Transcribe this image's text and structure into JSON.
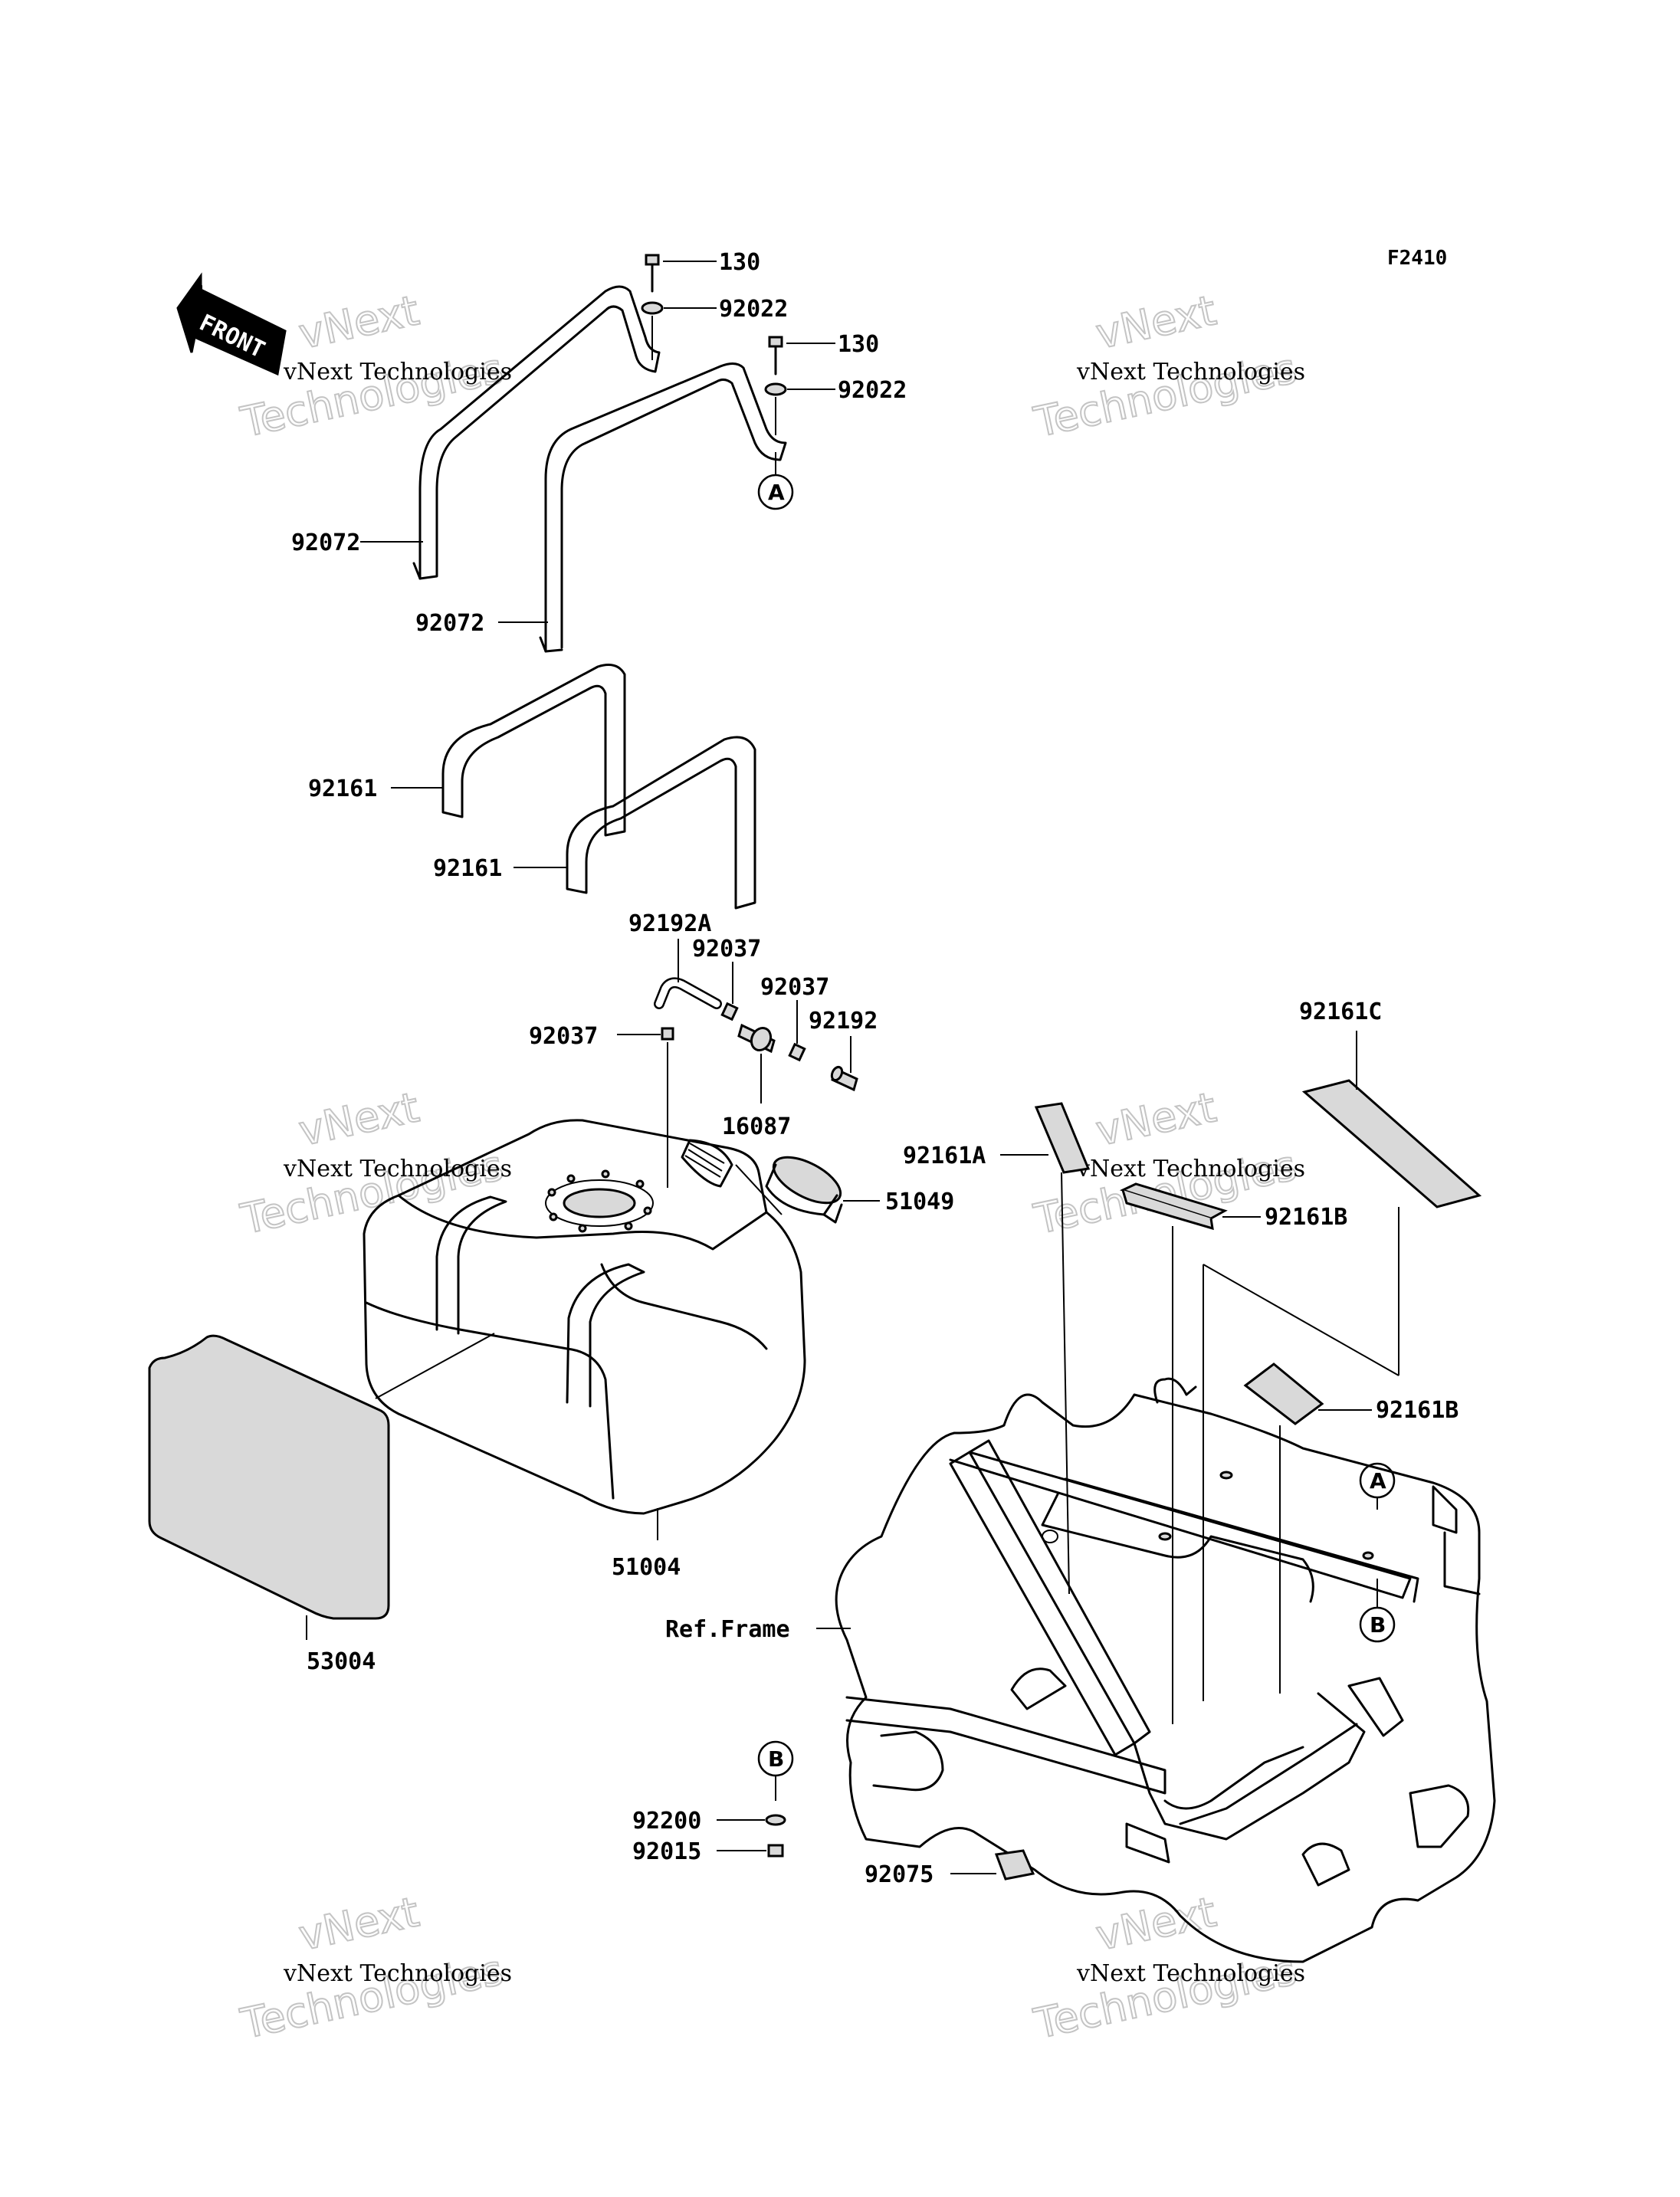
{
  "figure_code": "F2410",
  "front_label": "FRONT",
  "ref_frame_label": "Ref.Frame",
  "watermark": {
    "brand": "vNext",
    "company": "vNext Technologies",
    "word": "Technologies"
  },
  "markers": {
    "a": "A",
    "b": "B"
  },
  "parts": {
    "bolt_130_upper": "130",
    "washer_92022_upper": "92022",
    "bolt_130_lower": "130",
    "washer_92022_lower": "92022",
    "strap_92072_left": "92072",
    "strap_92072_right": "92072",
    "pad_92161_left": "92161",
    "pad_92161_right": "92161",
    "hose_92192A": "92192A",
    "clamp_92037_a": "92037",
    "clamp_92037_b": "92037",
    "clamp_92037_left": "92037",
    "hose_92192": "92192",
    "valve_16087": "16087",
    "cap_51049": "51049",
    "tank_51004": "51004",
    "shield_53004": "53004",
    "pad_92161C": "92161C",
    "pad_92161A": "92161A",
    "pad_92161B_upper": "92161B",
    "pad_92161B_lower": "92161B",
    "washer_92200": "92200",
    "nut_92015": "92015",
    "damper_92075": "92075"
  }
}
